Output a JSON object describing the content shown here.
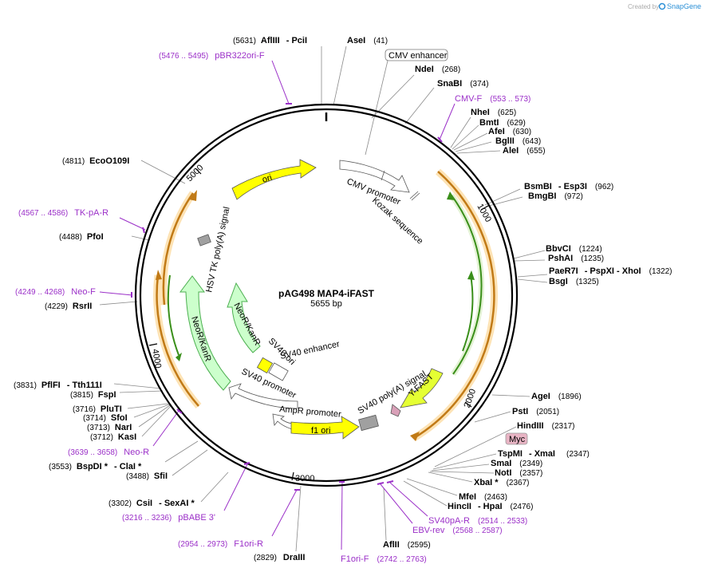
{
  "credit": {
    "prefix": "Created by",
    "brand": "SnapGene",
    "brand_color": "#2a8fd6"
  },
  "plasmid": {
    "name": "pAG498 MAP4-iFAST",
    "length_label": "5655 bp",
    "length": 5655
  },
  "ticks": [
    "1000",
    "2000",
    "3000",
    "4000",
    "5000"
  ],
  "colors": {
    "ori": "#ffff00",
    "neo": "#ccffcc",
    "neo_stroke": "#4caf50",
    "promoter": "#ffffff",
    "primer": "#9b30c8",
    "orange": "#f5a623",
    "orange_light": "#fde3b5",
    "green_orf": "#3a8f1a",
    "polyA": "#a0a0a0",
    "myc": "#e8b4c4"
  },
  "features": [
    {
      "id": "ori",
      "label": "ori"
    },
    {
      "id": "cmv-promoter",
      "label": "CMV promoter"
    },
    {
      "id": "kozak",
      "label": "Kozak sequence"
    },
    {
      "id": "hsv-polya",
      "label": "HSV TK poly(A) signal"
    },
    {
      "id": "neokanr-outer",
      "label": "NeoR/KanR"
    },
    {
      "id": "neokanr-inner",
      "label": "NeoR/KanR"
    },
    {
      "id": "sv40-ori",
      "label": "SV40 ori"
    },
    {
      "id": "sv40-enh",
      "label": "SV40 enhancer"
    },
    {
      "id": "sv40-prom",
      "label": "SV40 promoter"
    },
    {
      "id": "ampr-prom",
      "label": "AmpR promoter"
    },
    {
      "id": "f1-ori",
      "label": "f1 ori"
    },
    {
      "id": "sv40-polya",
      "label": "SV40 poly(A) signal"
    },
    {
      "id": "y-fast",
      "label": "Y-FAST"
    }
  ],
  "boxed_labels": {
    "cmv_enhancer": "CMV enhancer",
    "myc": "Myc"
  },
  "sites": [
    {
      "pos": "(5631)",
      "name": "AflIII",
      "extra": "- PciI"
    },
    {
      "pos": "(41)",
      "name": "AseI"
    },
    {
      "pos": "(268)",
      "name": "NdeI"
    },
    {
      "pos": "(374)",
      "name": "SnaBI"
    },
    {
      "pos": "(625)",
      "name": "NheI"
    },
    {
      "pos": "(629)",
      "name": "BmtI"
    },
    {
      "pos": "(630)",
      "name": "AfeI"
    },
    {
      "pos": "(643)",
      "name": "BglII"
    },
    {
      "pos": "(655)",
      "name": "AleI"
    },
    {
      "pos": "(962)",
      "name": "BsmBI",
      "extra": "- Esp3I"
    },
    {
      "pos": "(972)",
      "name": "BmgBI"
    },
    {
      "pos": "(1224)",
      "name": "BbvCI"
    },
    {
      "pos": "(1235)",
      "name": "PshAI"
    },
    {
      "pos": "(1322)",
      "name": "PaeR7I",
      "extra": "- PspXI   - XhoI"
    },
    {
      "pos": "(1325)",
      "name": "BsgI"
    },
    {
      "pos": "(1896)",
      "name": "AgeI"
    },
    {
      "pos": "(2051)",
      "name": "PstI"
    },
    {
      "pos": "(2317)",
      "name": "HindIII"
    },
    {
      "pos": "(2347)",
      "name": "TspMI",
      "extra": "- XmaI"
    },
    {
      "pos": "(2349)",
      "name": "SmaI"
    },
    {
      "pos": "(2357)",
      "name": "NotI"
    },
    {
      "pos": "(2367)",
      "name": "XbaI *"
    },
    {
      "pos": "(2463)",
      "name": "MfeI"
    },
    {
      "pos": "(2476)",
      "name": "HincII",
      "extra": "- HpaI"
    },
    {
      "pos": "(2595)",
      "name": "AflII"
    },
    {
      "pos": "(2829)",
      "name": "DraIII"
    },
    {
      "pos": "(3302)",
      "name": "CsiI",
      "extra": "- SexAI *"
    },
    {
      "pos": "(3488)",
      "name": "SfiI"
    },
    {
      "pos": "(3553)",
      "name": "BspDI *",
      "extra": "- ClaI *"
    },
    {
      "pos": "(3712)",
      "name": "KasI"
    },
    {
      "pos": "(3713)",
      "name": "NarI"
    },
    {
      "pos": "(3714)",
      "name": "SfoI"
    },
    {
      "pos": "(3716)",
      "name": "PluTI"
    },
    {
      "pos": "(3815)",
      "name": "FspI"
    },
    {
      "pos": "(3831)",
      "name": "PflFI",
      "extra": "- Tth111I"
    },
    {
      "pos": "(4229)",
      "name": "RsrII"
    },
    {
      "pos": "(4488)",
      "name": "PfoI"
    },
    {
      "pos": "(4811)",
      "name": "EcoO109I"
    }
  ],
  "primers": [
    {
      "range": "(5476 .. 5495)",
      "name": "pBR322ori-F"
    },
    {
      "range": "(553 .. 573)",
      "name": "CMV-F"
    },
    {
      "range": "(2514 .. 2533)",
      "name": "SV40pA-R"
    },
    {
      "range": "(2568 .. 2587)",
      "name": "EBV-rev"
    },
    {
      "range": "(2742 .. 2763)",
      "name": "F1ori-F"
    },
    {
      "range": "(2954 .. 2973)",
      "name": "F1ori-R"
    },
    {
      "range": "(3216 .. 3236)",
      "name": "pBABE 3'"
    },
    {
      "range": "(3639 .. 3658)",
      "name": "Neo-R"
    },
    {
      "range": "(4249 .. 4268)",
      "name": "Neo-F"
    },
    {
      "range": "(4567 .. 4586)",
      "name": "TK-pA-R"
    }
  ]
}
